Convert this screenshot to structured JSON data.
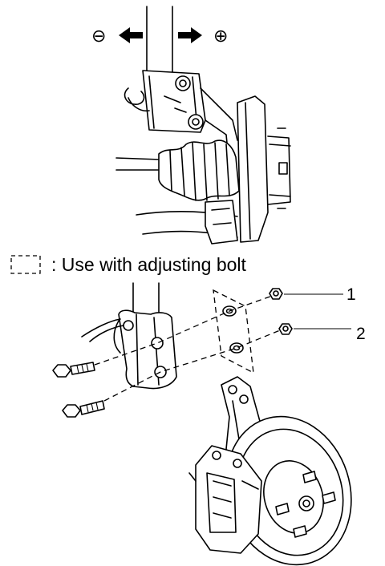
{
  "top_view": {
    "minus_symbol": "⊖",
    "plus_symbol": "⊕"
  },
  "legend": {
    "text": ": Use with adjusting bolt"
  },
  "callouts": [
    {
      "label": "1"
    },
    {
      "label": "2"
    }
  ],
  "icons": {
    "left_arrow": "arrow-left-icon",
    "right_arrow": "arrow-right-icon",
    "legend_box": "dashed-box-icon"
  }
}
